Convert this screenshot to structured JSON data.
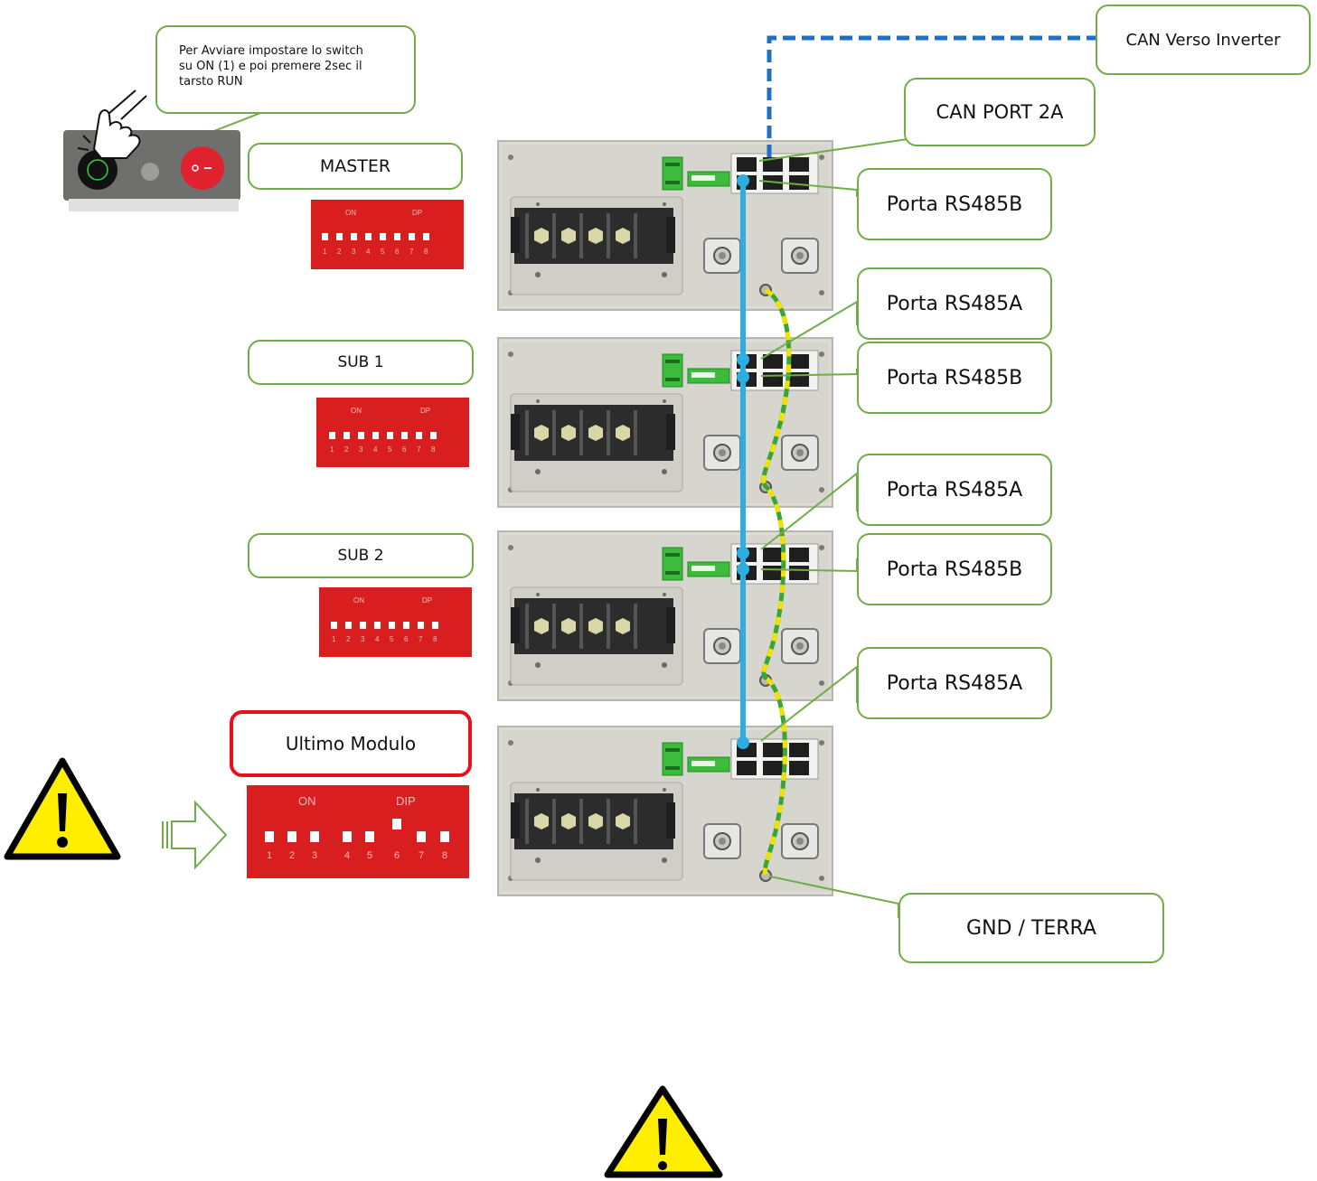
{
  "callouts": {
    "start_note": "Per Avviare impostare lo switch su ON (1) e poi premere 2sec il tarsto RUN",
    "can_inverter": "CAN Verso Inverter",
    "can_port": "CAN PORT 2A",
    "master": "MASTER",
    "sub1": "SUB 1",
    "sub2": "SUB 2",
    "last_module": "Ultimo Modulo",
    "m1_rs485b": "Porta RS485B",
    "m2_rs485a": "Porta RS485A",
    "m2_rs485b": "Porta RS485B",
    "m3_rs485a": "Porta RS485A",
    "m3_rs485b": "Porta RS485B",
    "m4_rs485a": "Porta RS485A",
    "gnd": "GND / TERRA"
  },
  "dip_labels": {
    "on": "ON",
    "dip_short": "DP",
    "dip_full": "DIP",
    "numbers": [
      "1",
      "2",
      "3",
      "4",
      "5",
      "6",
      "7",
      "8"
    ]
  },
  "dip_switches": [
    {
      "name": "master",
      "on_positions": []
    },
    {
      "name": "sub1",
      "on_positions": []
    },
    {
      "name": "sub2",
      "on_positions": []
    },
    {
      "name": "last",
      "on_positions": [
        6
      ]
    }
  ],
  "colors": {
    "callout_border": "#70ad47",
    "warning_callout_border": "#e8101a",
    "rs485_cable": "#2eaee0",
    "can_cable": "#1f6fc2",
    "ground_cable_green": "#3aa33a",
    "ground_cable_yellow": "#f2e200",
    "dip_red": "#d81e1e",
    "warning_yellow": "#ffee00",
    "module_gray": "#d6d5ce"
  },
  "icons": [
    "hand-press-icon",
    "run-button-icon",
    "power-switch-icon",
    "warning-icon",
    "arrow-right-icon"
  ]
}
